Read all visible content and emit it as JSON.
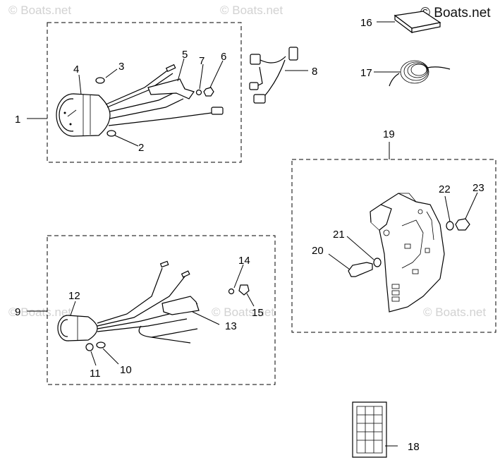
{
  "watermarks": {
    "top_left": "© Boats.net",
    "top_mid": "© Boats.net",
    "top_right": "© Boats.net",
    "mid_left": "© Boats.net",
    "mid_center": "© Boats.net",
    "mid_right": "© Boats.net"
  },
  "callouts": {
    "c1": "1",
    "c2": "2",
    "c3": "3",
    "c4": "4",
    "c5": "5",
    "c6": "6",
    "c7": "7",
    "c8": "8",
    "c9": "9",
    "c10": "10",
    "c11": "11",
    "c12": "12",
    "c13": "13",
    "c14": "14",
    "c15": "15",
    "c16": "16",
    "c17": "17",
    "c18": "18",
    "c19": "19",
    "c20": "20",
    "c21": "21",
    "c22": "22",
    "c23": "23"
  }
}
